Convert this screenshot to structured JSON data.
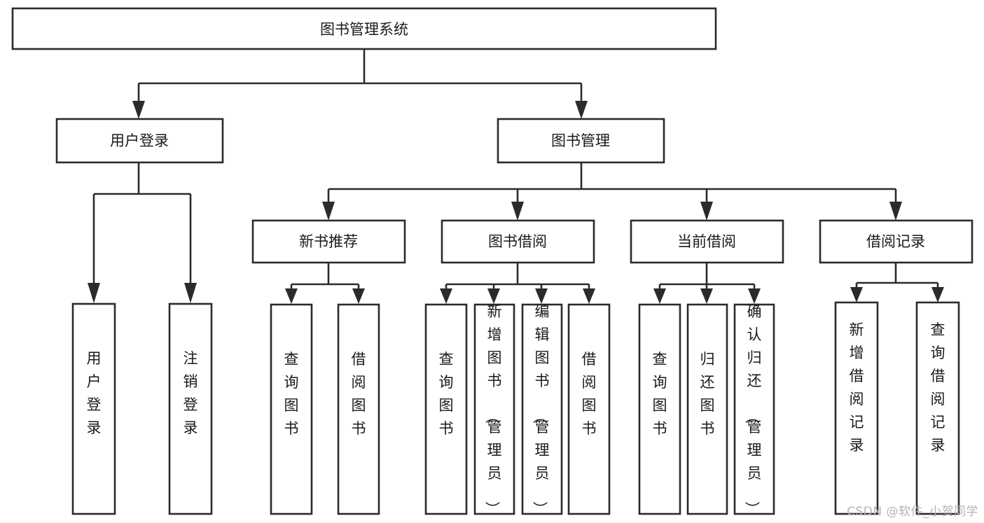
{
  "diagram": {
    "kind": "tree-hierarchy-chart",
    "title": "图书管理系统",
    "style": {
      "box_fill": "#ffffff",
      "box_stroke": "#2b2b2b",
      "connector_color": "#2b2b2b",
      "text_color": "#1a1a1a",
      "background": "#ffffff",
      "watermark_color": "#b4b4b4"
    },
    "levels": {
      "root": {
        "label": "图书管理系统"
      },
      "level2": [
        {
          "id": "user-login",
          "label": "用户登录"
        },
        {
          "id": "book-manage",
          "label": "图书管理"
        }
      ],
      "level3": [
        {
          "id": "new-book-recommend",
          "label": "新书推荐",
          "parent": "book-manage"
        },
        {
          "id": "book-borrow",
          "label": "图书借阅",
          "parent": "book-manage"
        },
        {
          "id": "current-borrow",
          "label": "当前借阅",
          "parent": "book-manage"
        },
        {
          "id": "borrow-record",
          "label": "借阅记录",
          "parent": "book-manage"
        }
      ],
      "leaves": [
        {
          "id": "leaf-user-login",
          "label": "用户登录",
          "parent": "user-login"
        },
        {
          "id": "leaf-user-logout",
          "label": "注销登录",
          "parent": "user-login"
        },
        {
          "id": "leaf-query-book-1",
          "label": "查询图书",
          "parent": "new-book-recommend"
        },
        {
          "id": "leaf-borrow-book-1",
          "label": "借阅图书",
          "parent": "new-book-recommend"
        },
        {
          "id": "leaf-query-book-2",
          "label": "查询图书",
          "parent": "book-borrow"
        },
        {
          "id": "leaf-add-book",
          "label": "新增图书（管理员）",
          "parent": "book-borrow"
        },
        {
          "id": "leaf-edit-book",
          "label": "编辑图书（管理员）",
          "parent": "book-borrow"
        },
        {
          "id": "leaf-borrow-book-2",
          "label": "借阅图书",
          "parent": "book-borrow"
        },
        {
          "id": "leaf-query-book-3",
          "label": "查询图书",
          "parent": "current-borrow"
        },
        {
          "id": "leaf-return-book",
          "label": "归还图书",
          "parent": "current-borrow"
        },
        {
          "id": "leaf-confirm-return",
          "label": "确认归还（管理员）",
          "parent": "current-borrow"
        },
        {
          "id": "leaf-add-record",
          "label": "新增借阅记录",
          "parent": "borrow-record"
        },
        {
          "id": "leaf-query-record",
          "label": "查询借阅记录",
          "parent": "borrow-record"
        }
      ]
    }
  },
  "watermark": {
    "text": "CSDN @软件_小贺同学"
  }
}
